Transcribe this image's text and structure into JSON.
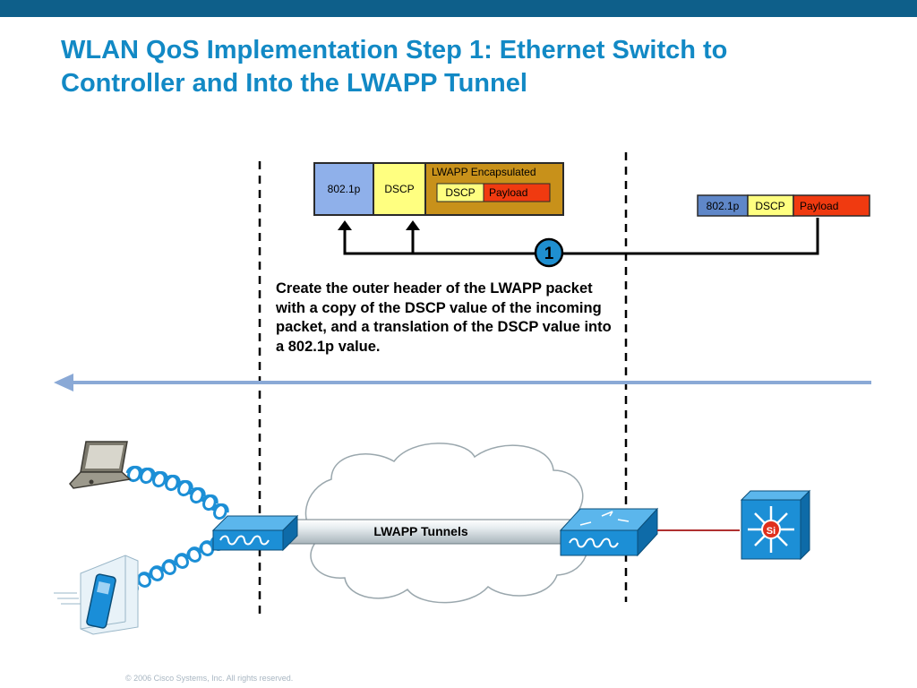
{
  "title": {
    "line1": "WLAN QoS Implementation Step 1: Ethernet Switch to",
    "line2": "Controller and Into the LWAPP Tunnel"
  },
  "encapsulated_packet": {
    "field_8021p": "802.1p",
    "field_dscp": "DSCP",
    "encapsulated_label": "LWAPP Encapsulated",
    "inner_dscp": "DSCP",
    "inner_payload": "Payload"
  },
  "incoming_packet": {
    "field_8021p": "802.1p",
    "field_dscp": "DSCP",
    "field_payload": "Payload"
  },
  "step_marker": "1",
  "callout_text": "Create the outer header of the LWAPP packet with a copy of the DSCP value of the incoming packet, and a translation of the DSCP value into a 802.1p value.",
  "tunnel_label": "LWAPP Tunnels",
  "switch_label": "Si",
  "footer": "© 2006 Cisco Systems, Inc. All rights reserved.",
  "colors": {
    "brand_bar": "#0e5f8a",
    "title": "#1289c5",
    "blue_field": "#8fb0ea",
    "yellow_field": "#ffff80",
    "encapsulated": "#c8911a",
    "payload_red": "#f03a10",
    "device_blue": "#1c8fd6",
    "flow_arrow": "#8aa9d6",
    "wire_red": "#b03030"
  }
}
